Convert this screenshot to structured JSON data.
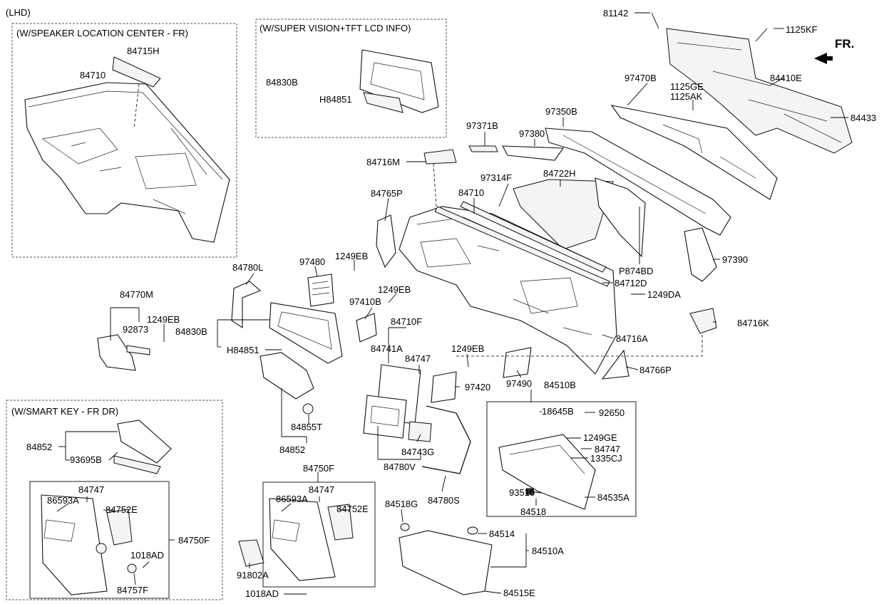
{
  "variant_label": "(LHD)",
  "direction_label": "FR.",
  "boxes": {
    "speaker_center": "(W/SPEAKER LOCATION CENTER - FR)",
    "super_vision": "(W/SUPER VISION+TFT LCD INFO)",
    "smart_key": "(W/SMART KEY - FR DR)"
  },
  "labels": {
    "l81142": "81142",
    "l1125KF": "1125KF",
    "l84715H": "84715H",
    "l84710_box": "84710",
    "l84830B_box": "84830B",
    "lH84851_box": "H84851",
    "l97470B": "97470B",
    "l84410E": "84410E",
    "l1125GE": "1125GE",
    "l1125AK": "1125AK",
    "l84433": "84433",
    "l97371B": "97371B",
    "l97380": "97380",
    "l97350B": "97350B",
    "l84716M": "84716M",
    "l97314F": "97314F",
    "l84722H": "84722H",
    "l84765P": "84765P",
    "l84710_main": "84710",
    "lP874BD": "P874BD",
    "l97390": "97390",
    "l84780L": "84780L",
    "l97480": "97480",
    "l1249EB_a": "1249EB",
    "l84712D": "84712D",
    "l1249EB_b": "1249EB",
    "l1249DA": "1249DA",
    "l84770M": "84770M",
    "l97410B": "97410B",
    "l92873": "92873",
    "l1249EB_c": "1249EB",
    "l84830B_main": "84830B",
    "l84710F": "84710F",
    "l84716K": "84716K",
    "l84716A": "84716A",
    "l84741A": "84741A",
    "l1249EB_d": "1249EB",
    "lH84851_main": "H84851",
    "l84747_a": "84747",
    "l84766P": "84766P",
    "l97420": "97420",
    "l97490": "97490",
    "l84510B": "84510B",
    "l18645B": "18645B",
    "l92650": "92650",
    "l84855T": "84855T",
    "l84852_main": "84852",
    "l84743G": "84743G",
    "l1249GE": "1249GE",
    "l84747_b": "84747",
    "l1335CJ": "1335CJ",
    "l84780V": "84780V",
    "l84852_box": "84852",
    "l93695B": "93695B",
    "l84750F_mid": "84750F",
    "l84780S": "84780S",
    "l93510": "93510",
    "l84535A": "84535A",
    "l84518": "84518",
    "l86593A_a": "86593A",
    "l84747_c": "84747",
    "l86593A_b": "86593A",
    "l84747_d": "84747",
    "l84518G": "84518G",
    "l84752E_a": "84752E",
    "l84752E_b": "84752E",
    "l84750F_box": "84750F",
    "l84514": "84514",
    "l1018AD_a": "1018AD",
    "l84510A": "84510A",
    "l91802A": "91802A",
    "l84757F": "84757F",
    "l1018AD_b": "1018AD",
    "l84515E": "84515E"
  }
}
